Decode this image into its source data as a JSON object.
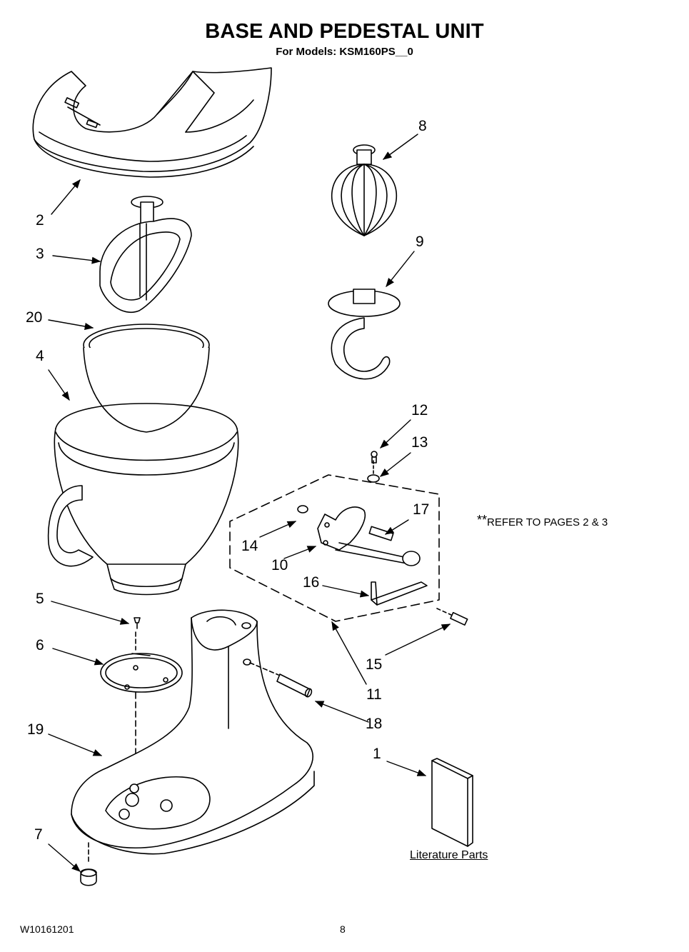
{
  "header": {
    "title": "BASE AND PEDESTAL UNIT",
    "subtitle": "For Models: KSM160PS__0"
  },
  "callouts": [
    {
      "id": "2",
      "label": "2"
    },
    {
      "id": "3",
      "label": "3"
    },
    {
      "id": "20",
      "label": "20"
    },
    {
      "id": "4",
      "label": "4"
    },
    {
      "id": "5",
      "label": "5"
    },
    {
      "id": "6",
      "label": "6"
    },
    {
      "id": "19",
      "label": "19"
    },
    {
      "id": "7",
      "label": "7"
    },
    {
      "id": "8",
      "label": "8"
    },
    {
      "id": "9",
      "label": "9"
    },
    {
      "id": "12",
      "label": "12"
    },
    {
      "id": "13",
      "label": "13"
    },
    {
      "id": "17",
      "label": "17"
    },
    {
      "id": "14",
      "label": "14"
    },
    {
      "id": "10",
      "label": "10"
    },
    {
      "id": "16",
      "label": "16"
    },
    {
      "id": "15",
      "label": "15"
    },
    {
      "id": "11",
      "label": "11"
    },
    {
      "id": "18",
      "label": "18"
    },
    {
      "id": "1",
      "label": "1"
    }
  ],
  "note": {
    "stars": "**",
    "text": "REFER TO PAGES 2 & 3"
  },
  "literature_label": "Literature Parts",
  "footer": {
    "doc_number": "W10161201",
    "page_number": "8"
  }
}
